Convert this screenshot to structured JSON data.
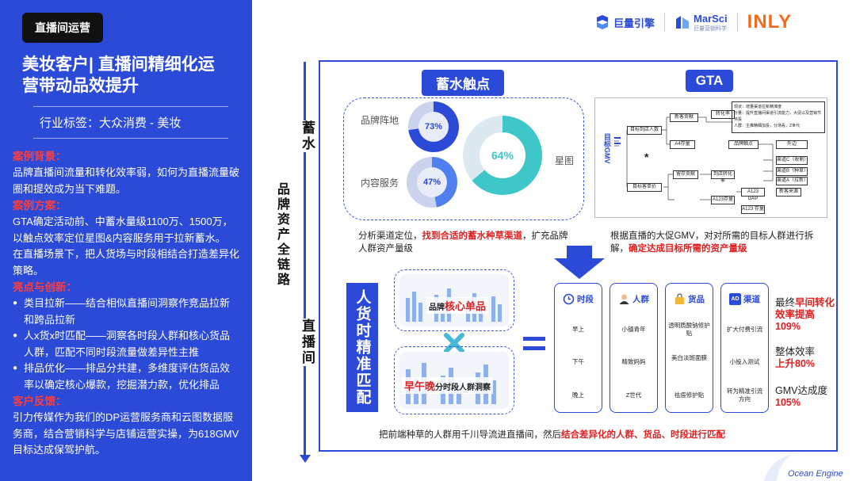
{
  "left": {
    "tag": "直播间运营",
    "headline": "美妆客户| 直播间精细化运营带动品效提升",
    "industry": "行业标签：大众消费 - 美妆",
    "background_title": "案例背景：",
    "background_text": "品牌直播间流量和转化效率弱，如何为直播流量破圈和提效成为当下难题。",
    "plan_title": "案例方案：",
    "plan_p1": "GTA确定活动前、中蓄水量级1100万、1500万，以触点效率定位星图&内容服务用于拉新蓄水。",
    "plan_p2": "在直播场景下，把人货场与时段相结合打造差异化策略。",
    "highlight_title": "亮点与创新：",
    "highlights": [
      "类目拉新——结合相似直播间洞察作竞品拉新和跨品拉新",
      "人x货x时匹配——洞察各时段人群和核心货品人群，匹配不同时段流量做差异性主推",
      "排品优化——排品分共建，多维度评估货品效率以确定核心爆款，挖掘潜力款，优化排品"
    ],
    "client_title": "客户反馈：",
    "client_text": "引力传媒作为我们的DP运营服务商和云图数据服务商，结合营销科学与店铺运营实操，为618GMV目标达成保驾护航。"
  },
  "logos": {
    "juliang": "巨量引擎",
    "marsci": "MarSci",
    "marsci_sub": "巨量营销科学",
    "inly": "INLY"
  },
  "axis": {
    "top": "蓄水",
    "middle": "品牌资产全链路",
    "bottom": "直播间"
  },
  "touch": {
    "title": "蓄水触点",
    "brand_label": "品牌阵地",
    "brand_pct": "73%",
    "content_label": "内容服务",
    "content_pct": "47%",
    "star_label": "星图",
    "star_pct": "64%",
    "desc_pre": "分析渠道定位，",
    "desc_hl": "找到合适的蓄水种草渠道",
    "desc_post": "，扩充品牌人群资产量级"
  },
  "gta": {
    "title": "GTA",
    "root": "目标GMV",
    "star": "*",
    "nodes": [
      "目标到店人数",
      "新客贡献",
      "A4存量",
      "转化率",
      "到店转化率",
      "留存贡献",
      "A123存量",
      "A123 GAP",
      "新客来源",
      "A123 存量",
      "品牌触点",
      "外边",
      "渠道C（收割）",
      "渠道B（种草）",
      "渠道A（拉新）",
      "目标客单价"
    ],
    "note": "现状：增量渠道拉新精准度\n分量：提升直播间渠道引流能力，大促以及营销节点投\n人群：主推精细加投，分场看，Z世代",
    "desc_pre": "根据直播的大促GMV，对对所需的目标人群进行拆解，",
    "desc_hl": "确定达成目标所需的资产量级"
  },
  "match": {
    "title": "人货时精准匹配",
    "chart1_prefix": "品牌",
    "chart1_hl": "核心单品",
    "chart2_hl": "早午晚",
    "chart2_suffix": "分时段人群洞察",
    "cards": [
      {
        "icon": "clock-icon",
        "title": "时段",
        "items": [
          "早上",
          "下午",
          "晚上"
        ]
      },
      {
        "icon": "person-icon",
        "title": "人群",
        "items": [
          "小镇青年",
          "精致妈妈",
          "Z世代"
        ]
      },
      {
        "icon": "bag-icon",
        "title": "货品",
        "items": [
          "透明质酸钠修护贴",
          "美白淡斑面膜",
          "祛痘修护贴"
        ]
      },
      {
        "icon": "ad-icon",
        "title": "渠道",
        "items": [
          "扩大付费引流",
          "小投入测试",
          "转为精准引流方向"
        ]
      }
    ],
    "desc_pre": "把前端种草的人群用千川导流进直播间，然后",
    "desc_hl": "结合差异化的人群、货品、时段进行匹配"
  },
  "results": [
    {
      "label": "最终",
      "hl": "早间转化效率提高109%"
    },
    {
      "label": "整体效率",
      "hl": "上升80%"
    },
    {
      "label": "GMV达成度",
      "hl": "105%"
    }
  ],
  "footer": "Ocean Engine"
}
